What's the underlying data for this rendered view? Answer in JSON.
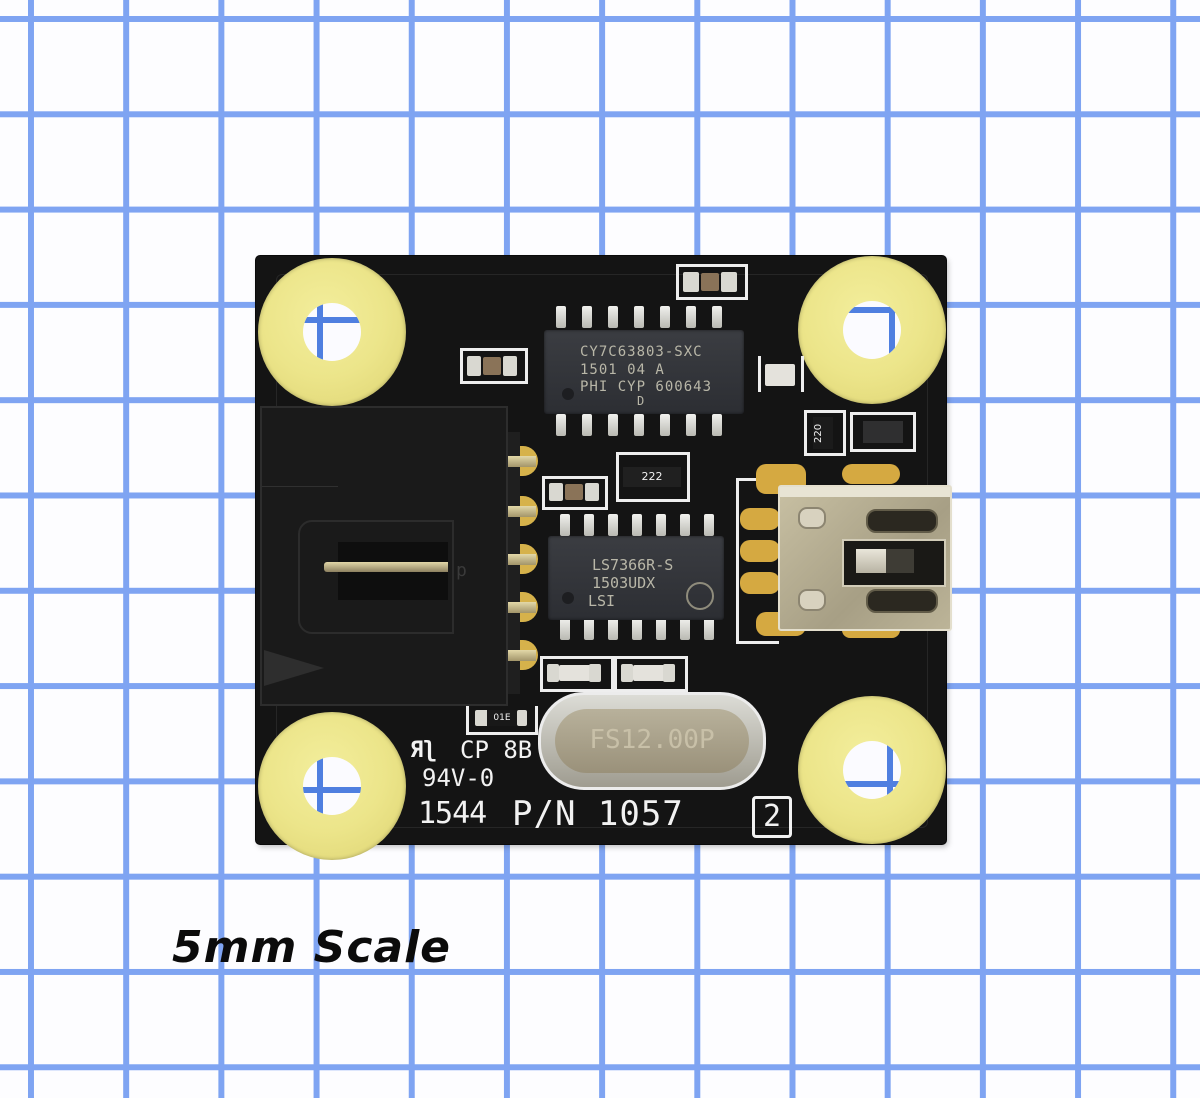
{
  "scene": {
    "description": "Phidgets encoder interface PCB photographed on 5mm blue grid paper",
    "grid_color": "#7fa4f2",
    "board_color": "#141414",
    "washer_color": "#ece58a"
  },
  "chips": {
    "mcu": {
      "line1": "CY7C63803-SXC",
      "line2": "1501 04 A",
      "line3": "PHI CYP 600643",
      "mark": "D"
    },
    "counter": {
      "line1": "LS7366R-S",
      "line2": "1503UDX",
      "line3": "LSI"
    }
  },
  "components": {
    "resistor_array": "222",
    "resistor_small": "220",
    "resistor_bottom": "01E",
    "crystal": "FS12.00P"
  },
  "silkscreen": {
    "ul_mark": "Яʅ",
    "cp": "CP 8B",
    "rating": "94V-0",
    "date_code": "1544",
    "part_number": "P/N 1057",
    "revision": "2",
    "connector_pin1": "p"
  },
  "caption": {
    "scale_label": "5mm Scale"
  }
}
